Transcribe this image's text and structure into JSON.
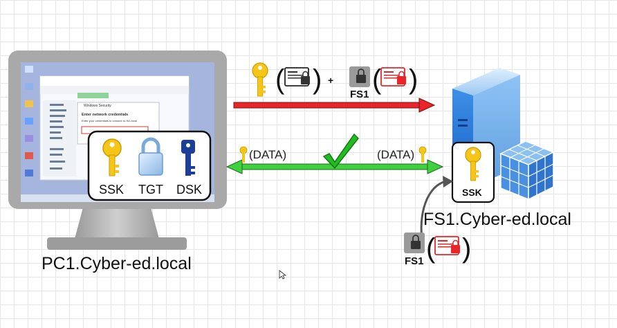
{
  "client": {
    "hostname": "PC1.Cyber-ed.local",
    "creds": [
      {
        "label": "SSK",
        "icon": "gold-key-icon"
      },
      {
        "label": "TGT",
        "icon": "padlock-icon"
      },
      {
        "label": "DSK",
        "icon": "blue-key-icon"
      }
    ],
    "screen_dialog": {
      "title": "Windows Security",
      "heading": "Enter network credentials",
      "sub": "Enter your credentials to connect to: fs1.local"
    }
  },
  "server": {
    "hostname": "FS1.Cyber-ed.local",
    "card_label": "SSK"
  },
  "flow": {
    "plus": "+",
    "ticket_owner": "FS1",
    "incoming_owner": "FS1",
    "data_left": "(DATA)",
    "data_right": "(DATA)"
  },
  "colors": {
    "request_arrow": "#e8262a",
    "data_arrow": "#3fcf3f",
    "checkmark": "#22bb22",
    "key_gold": "#f5c518",
    "key_blue": "#1c3f95",
    "ticket_red": "#e8262a",
    "server_blue": "#4a90e2"
  }
}
